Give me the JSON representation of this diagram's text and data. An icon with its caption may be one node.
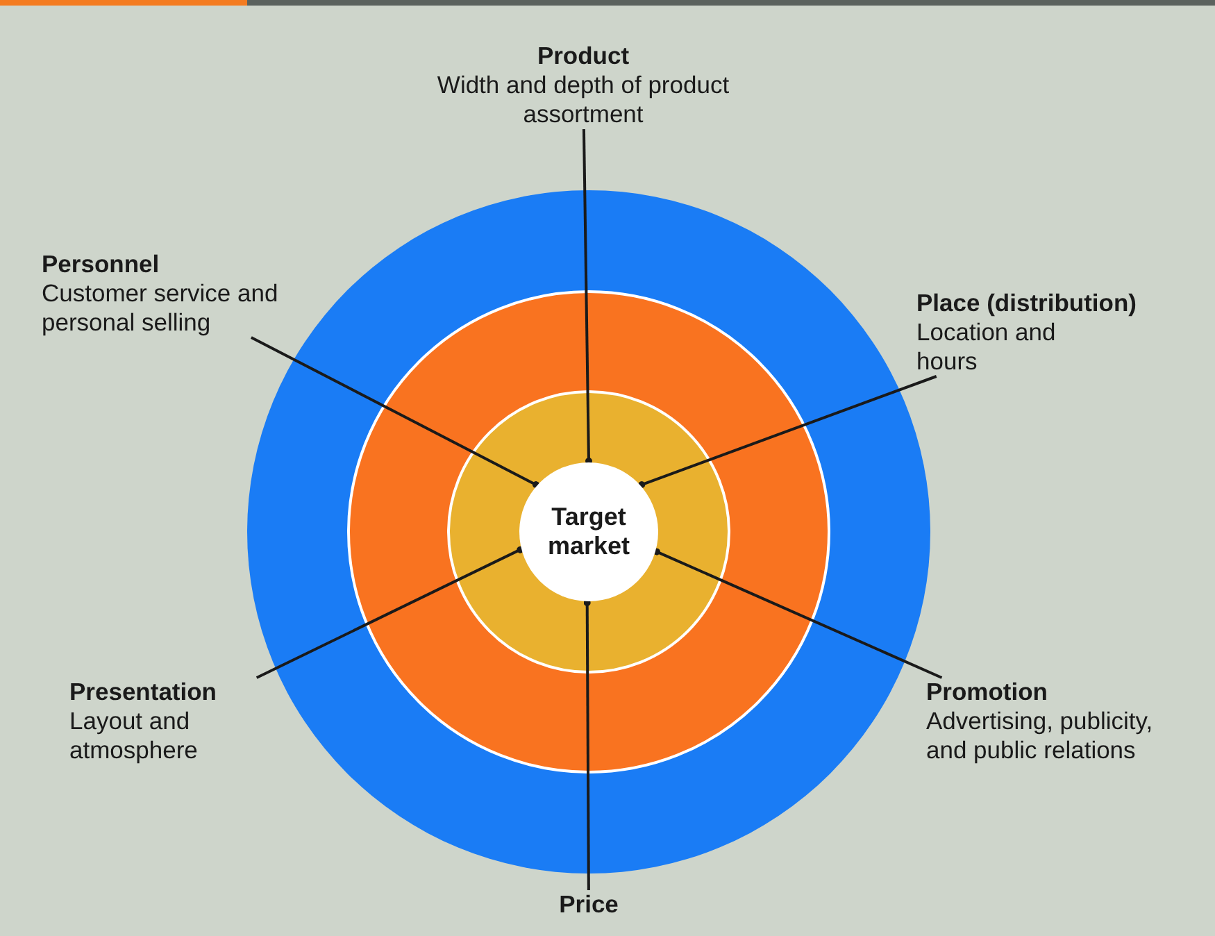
{
  "diagram": {
    "nodes": [
      {
        "text": [
          "Product",
          "Width and depth of product assortment"
        ]
      },
      {
        "text": [
          "Personnel",
          "Customer service and personal selling"
        ]
      },
      {
        "text": [
          "Place (distribution)",
          "Location and hours"
        ]
      },
      {
        "text": [
          "Target market"
        ]
      },
      {
        "text": [
          "Presentation",
          "Layout and atmosphere"
        ]
      },
      {
        "text": [
          "Promotion",
          "Advertising, publicity, and public relations"
        ]
      },
      {
        "text": [
          "Price"
        ]
      }
    ],
    "edges": [
      {
        "from": 0,
        "to": 3,
        "arrow": "other"
      },
      {
        "from": 1,
        "to": 3,
        "arrow": "other"
      },
      {
        "from": 2,
        "to": 3,
        "arrow": "other"
      },
      {
        "from": 4,
        "to": 3,
        "arrow": "other"
      },
      {
        "from": 5,
        "to": 3,
        "arrow": "other"
      },
      {
        "from": 6,
        "to": 3,
        "arrow": "other"
      }
    ]
  }
}
